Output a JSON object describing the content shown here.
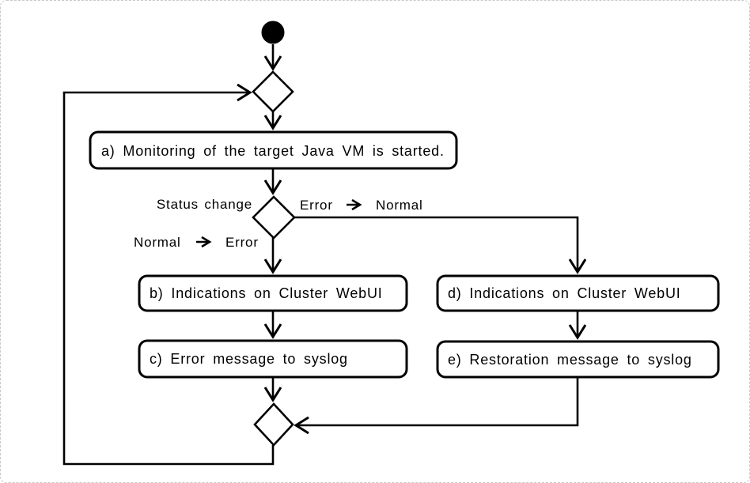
{
  "colors": {
    "stroke": "#000000",
    "node_fill": "#ffffff",
    "page_border": "#c8c8c8"
  },
  "nodes": {
    "a": "a) Monitoring of the target Java VM is started.",
    "b": "b) Indications on Cluster WebUI",
    "c": "c) Error message to syslog",
    "d": "d) Indications on Cluster WebUI",
    "e": "e) Restoration message to syslog"
  },
  "edge_labels": {
    "status_change": "Status change",
    "error_to_normal": {
      "from": "Error",
      "to": "Normal"
    },
    "normal_to_error": {
      "from": "Normal",
      "to": "Error"
    }
  }
}
